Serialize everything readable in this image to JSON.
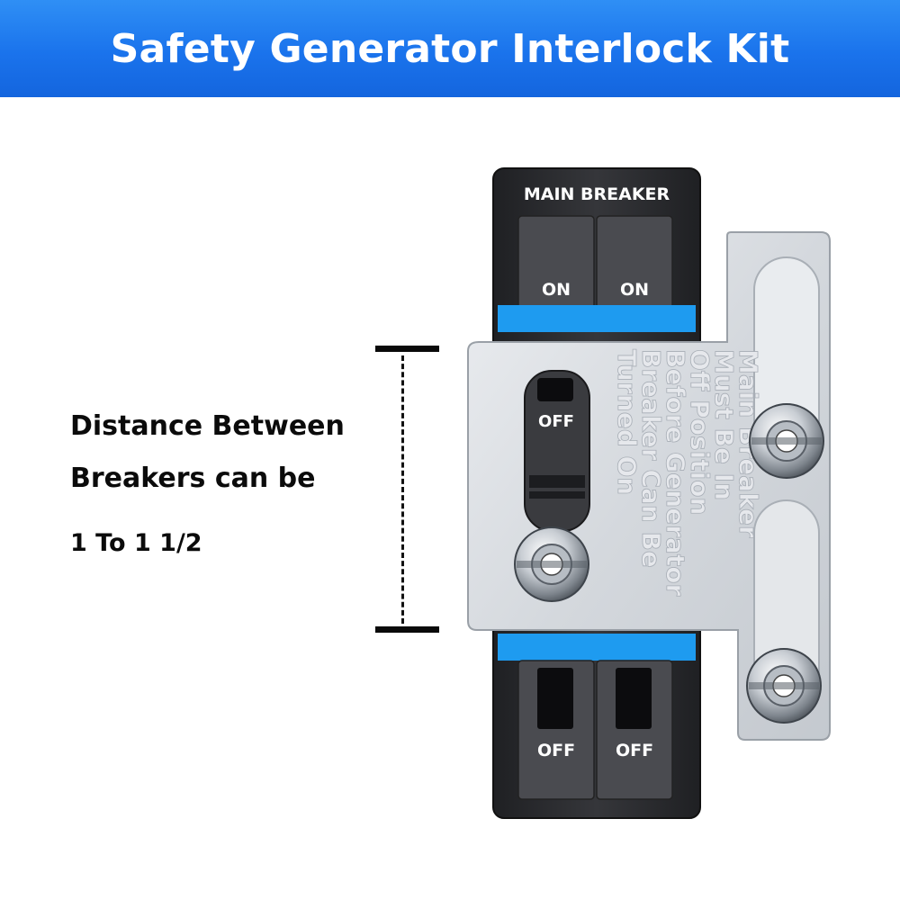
{
  "header": {
    "title": "Safety Generator Interlock Kit"
  },
  "caption": {
    "line1": "Distance Between",
    "line2": "Breakers can be",
    "line3": "1 To 1 1/2"
  },
  "panel": {
    "title": "MAIN BREAKER",
    "top_left_label": "ON",
    "top_right_label": "ON",
    "middle_handle_label": "OFF",
    "bottom_left_label": "OFF",
    "bottom_right_label": "OFF"
  },
  "plate": {
    "embossed_lines": [
      "Main Breaker",
      "Must Be In",
      "Off Position",
      "Before Generator",
      "Breaker Can Be",
      "Turned On"
    ]
  },
  "colors": {
    "banner": "#1a73ec",
    "accent_strip": "#1e9bf0",
    "panel_body": "#2e2f33",
    "plate": "#d9dce0"
  },
  "icons": [
    "dimension-bracket-icon",
    "screw-icon"
  ]
}
